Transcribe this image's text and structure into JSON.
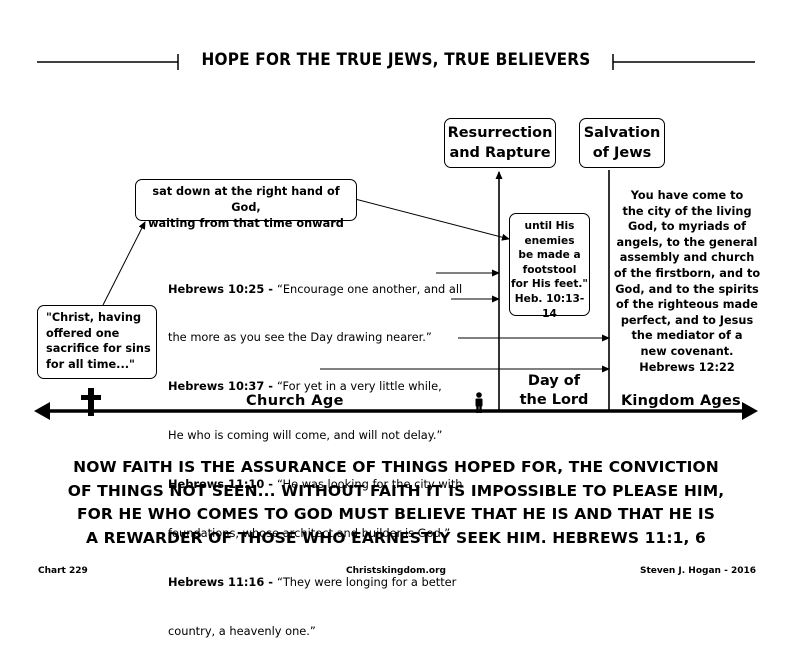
{
  "title": "HOPE FOR THE TRUE JEWS, TRUE BELIEVERS",
  "top_boxes": {
    "resurrection": [
      "Resurrection",
      "and Rapture"
    ],
    "salvation": [
      "Salvation",
      "of Jews"
    ]
  },
  "sat_down": [
    "sat down at the right hand of God,",
    "waiting from that time onward"
  ],
  "until_box": [
    "until His",
    "enemies",
    "be made a",
    "footstool",
    "for His feet.\"",
    "Heb. 10:13-14"
  ],
  "christ_box": [
    "\"Christ, having",
    "offered one",
    "sacrifice for sins",
    "for all time...\""
  ],
  "hebrews": [
    {
      "ref": "Hebrews 10:25 - ",
      "line1": "“Encourage one another, and all",
      "line2": "the more as you see the Day drawing nearer.”"
    },
    {
      "ref": "Hebrews 10:37 - ",
      "line1": "“For yet in a very little while,",
      "line2": "He who is coming will come, and will not delay.”"
    },
    {
      "ref": "Hebrews 11:10 - ",
      "line1": "“He was looking for the city with",
      "line2": "foundations, whose architect and builder is God.”"
    },
    {
      "ref": "Hebrews 11:16 - ",
      "line1": "“They were longing for a better",
      "line2": "country, a heavenly one.”"
    }
  ],
  "right_text": [
    "You have come to",
    "the city of the living",
    "God, to myriads of",
    "angels, to the general",
    "assembly and church",
    "of the firstborn, and to",
    "God, and to the spirits",
    "of the righteous made",
    "perfect, and to Jesus",
    "the mediator of a",
    "new covenant.",
    "Hebrews 12:22"
  ],
  "timeline": {
    "church_age": "Church Age",
    "day_of_lord": [
      "Day of",
      "the Lord"
    ],
    "kingdom_ages": "Kingdom Ages"
  },
  "quote": [
    "NOW FAITH IS THE ASSURANCE OF THINGS HOPED FOR, THE CONVICTION",
    "OF THINGS NOT SEEN... WITHOUT FAITH IT IS IMPOSSIBLE TO PLEASE HIM,",
    "FOR HE WHO COMES TO GOD MUST BELIEVE THAT HE IS AND THAT HE IS",
    "A REWARDER OF THOSE WHO EARNESTLY SEEK HIM. HEBREWS 11:1, 6"
  ],
  "footer": {
    "left": "Chart 229",
    "center": "Christskingdom.org",
    "right": "Steven J. Hogan - 2016"
  },
  "icons": [
    "cross-icon",
    "person-icon"
  ]
}
